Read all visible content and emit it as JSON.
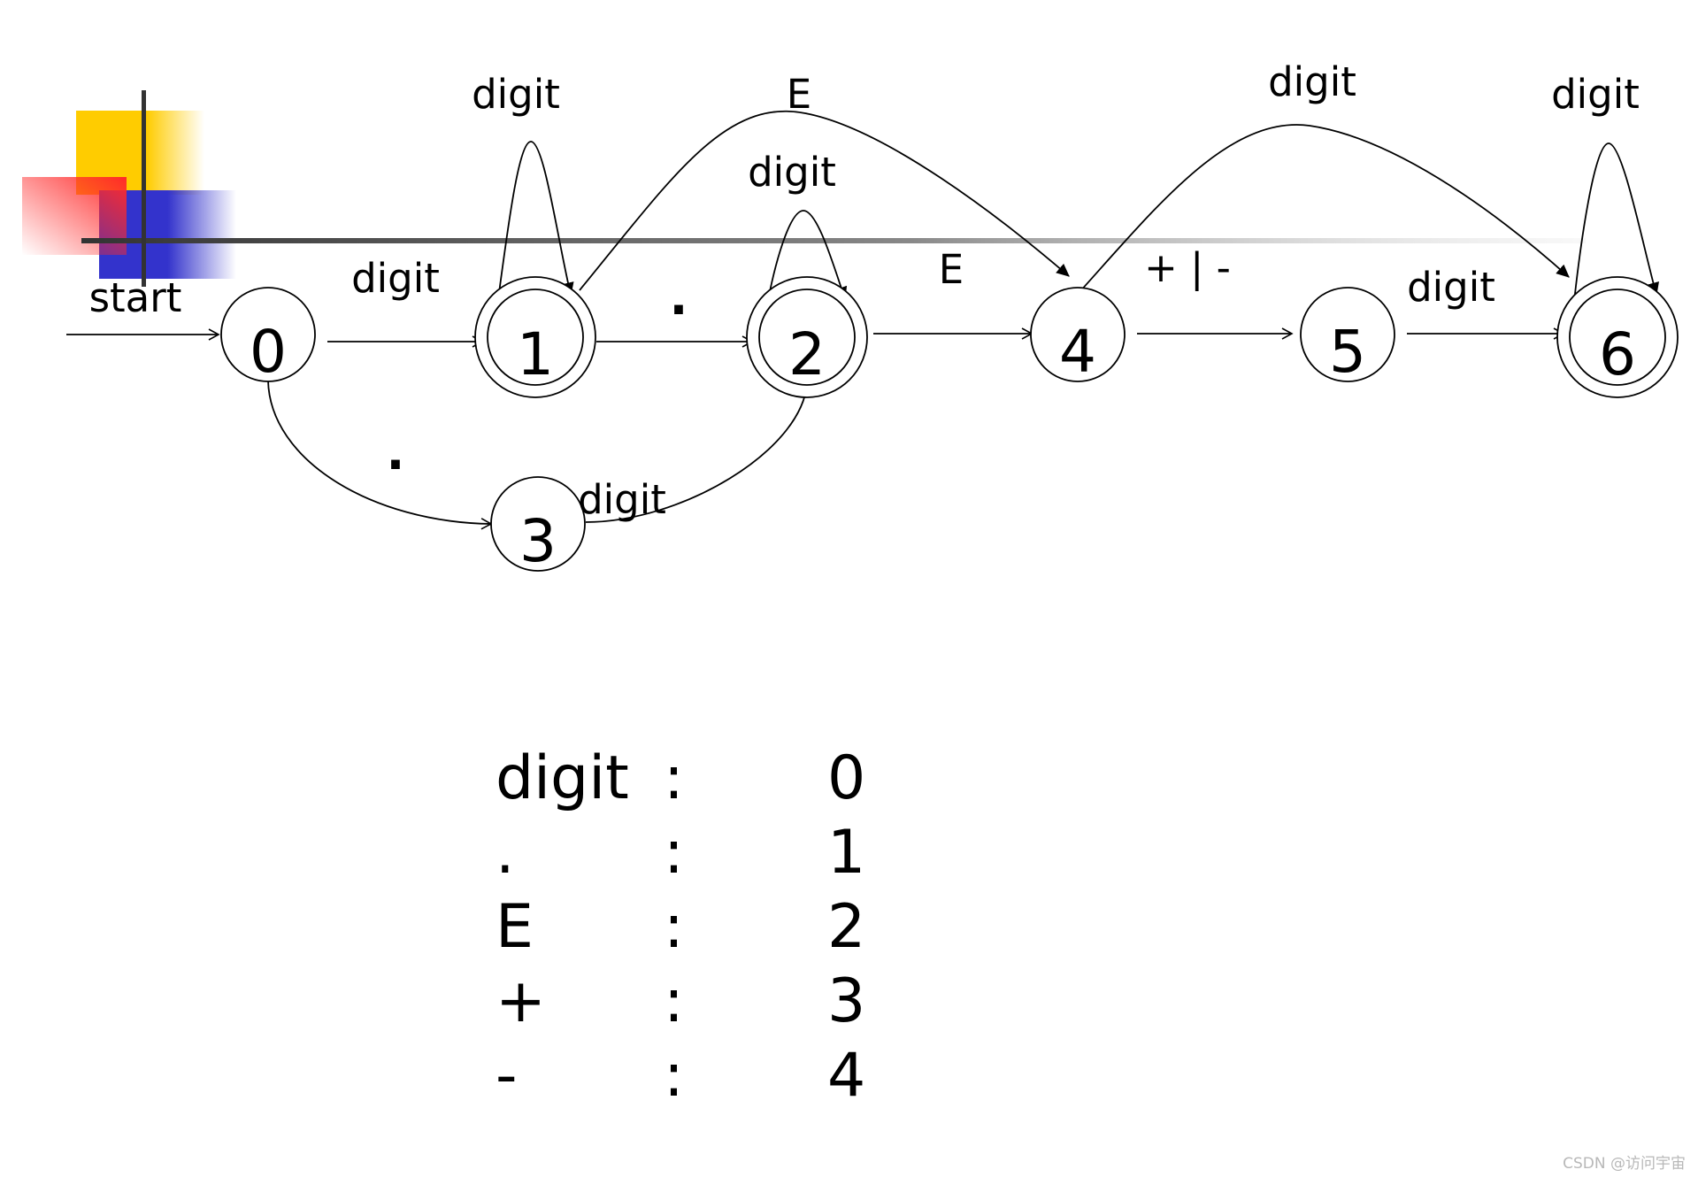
{
  "start_label": "start",
  "states": [
    {
      "id": "0",
      "accepting": false
    },
    {
      "id": "1",
      "accepting": true
    },
    {
      "id": "2",
      "accepting": true
    },
    {
      "id": "3",
      "accepting": false
    },
    {
      "id": "4",
      "accepting": false
    },
    {
      "id": "5",
      "accepting": false
    },
    {
      "id": "6",
      "accepting": true
    }
  ],
  "transitions": [
    {
      "from": "0",
      "to": "1",
      "label": "digit"
    },
    {
      "from": "1",
      "to": "1",
      "label": "digit"
    },
    {
      "from": "1",
      "to": "2",
      "label": "."
    },
    {
      "from": "1",
      "to": "4",
      "label": "E"
    },
    {
      "from": "2",
      "to": "2",
      "label": "digit"
    },
    {
      "from": "2",
      "to": "4",
      "label": "E"
    },
    {
      "from": "0",
      "to": "3",
      "label": "."
    },
    {
      "from": "3",
      "to": "2",
      "label": "digit"
    },
    {
      "from": "4",
      "to": "5",
      "label": "+ | -"
    },
    {
      "from": "4",
      "to": "6",
      "label": "digit"
    },
    {
      "from": "5",
      "to": "6",
      "label": "digit"
    },
    {
      "from": "6",
      "to": "6",
      "label": "digit"
    }
  ],
  "encoding": [
    {
      "symbol": "digit",
      "sep": ":",
      "code": "0"
    },
    {
      "symbol": ".",
      "sep": ":",
      "code": "1"
    },
    {
      "symbol": "E",
      "sep": ":",
      "code": "2"
    },
    {
      "symbol": "+",
      "sep": ":",
      "code": "3"
    },
    {
      "symbol": "-",
      "sep": ":",
      "code": "4"
    }
  ],
  "watermark": "CSDN @访问宇宙",
  "colors": {
    "deco_yellow": "#FFCC00",
    "deco_red": "#FF2A2A",
    "deco_blue": "#3333CC",
    "deco_line": "#333333"
  }
}
